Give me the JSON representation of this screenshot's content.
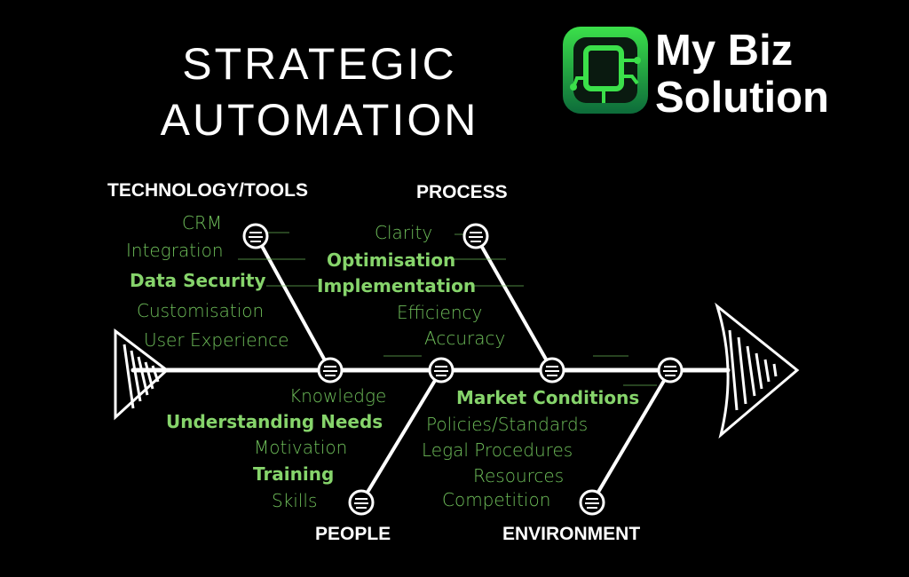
{
  "title": {
    "line1": "STRATEGIC",
    "line2": "AUTOMATION"
  },
  "brand": {
    "line1": "My Biz",
    "line2": "Solution"
  },
  "categories": {
    "technology": {
      "label": "TECHNOLOGY/TOOLS",
      "items": [
        "CRM",
        "Integration",
        "Data Security",
        "Customisation",
        "User Experience"
      ]
    },
    "process": {
      "label": "PROCESS",
      "items": [
        "Clarity",
        "Optimisation",
        "Implementation",
        "Efficiency",
        "Accuracy"
      ]
    },
    "people": {
      "label": "PEOPLE",
      "items": [
        "Knowledge",
        "Understanding Needs",
        "Motivation",
        "Training",
        "Skills"
      ]
    },
    "environment": {
      "label": "ENVIRONMENT",
      "items": [
        "Market Conditions",
        "Policies/Standards",
        "Legal Procedures",
        "Resources",
        "Competition"
      ]
    }
  },
  "colors": {
    "background": "#000000",
    "text": "#ffffff",
    "accent": "#6fbf5a",
    "accent_bold": "#86d46b"
  },
  "icons": [
    "logo-circuit-icon",
    "fishbone-arrow-head-icon",
    "fishbone-tail-icon",
    "node-circle-icon"
  ]
}
